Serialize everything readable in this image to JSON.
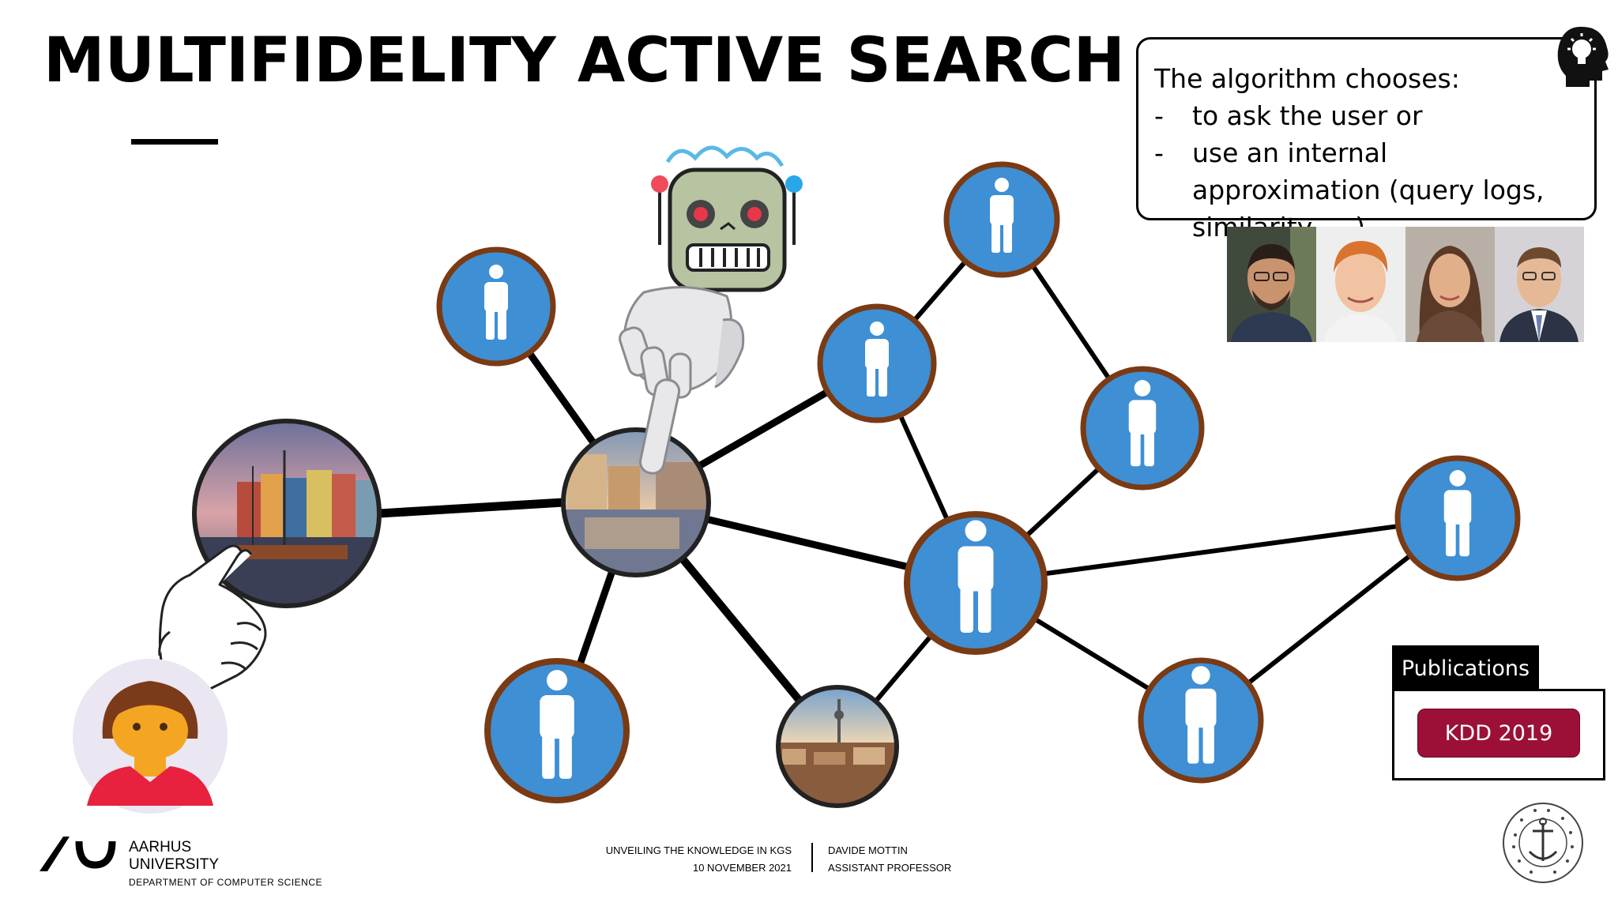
{
  "slide": {
    "title": "MULTIFIDELITY ACTIVE SEARCH"
  },
  "callout": {
    "intro": "The algorithm chooses:",
    "bullet_marker": "-",
    "items": [
      "to ask the user or",
      "use an internal approximation (query logs, similarity, …)"
    ]
  },
  "publications": {
    "tab_label": "Publications",
    "button_label": "KDD 2019"
  },
  "footer": {
    "university_line1": "AARHUS",
    "university_line2": "UNIVERSITY",
    "department": "DEPARTMENT OF COMPUTER SCIENCE",
    "talk_title": "UNVEILING THE KNOWLEDGE IN KGS",
    "date": "10 NOVEMBER 2021",
    "speaker": "DAVIDE MOTTIN",
    "speaker_role": "ASSISTANT PROFESSOR"
  },
  "colors": {
    "node_fill": "#3e8fd4",
    "node_ring": "#7a3a14",
    "accent_red": "#9c1038"
  },
  "icons": [
    "person-node-icon",
    "robot-icon",
    "robot-hand-icon",
    "pointing-hand-icon",
    "user-avatar-icon",
    "lightbulb-head-icon",
    "aarhus-logo-icon",
    "university-seal-icon"
  ]
}
